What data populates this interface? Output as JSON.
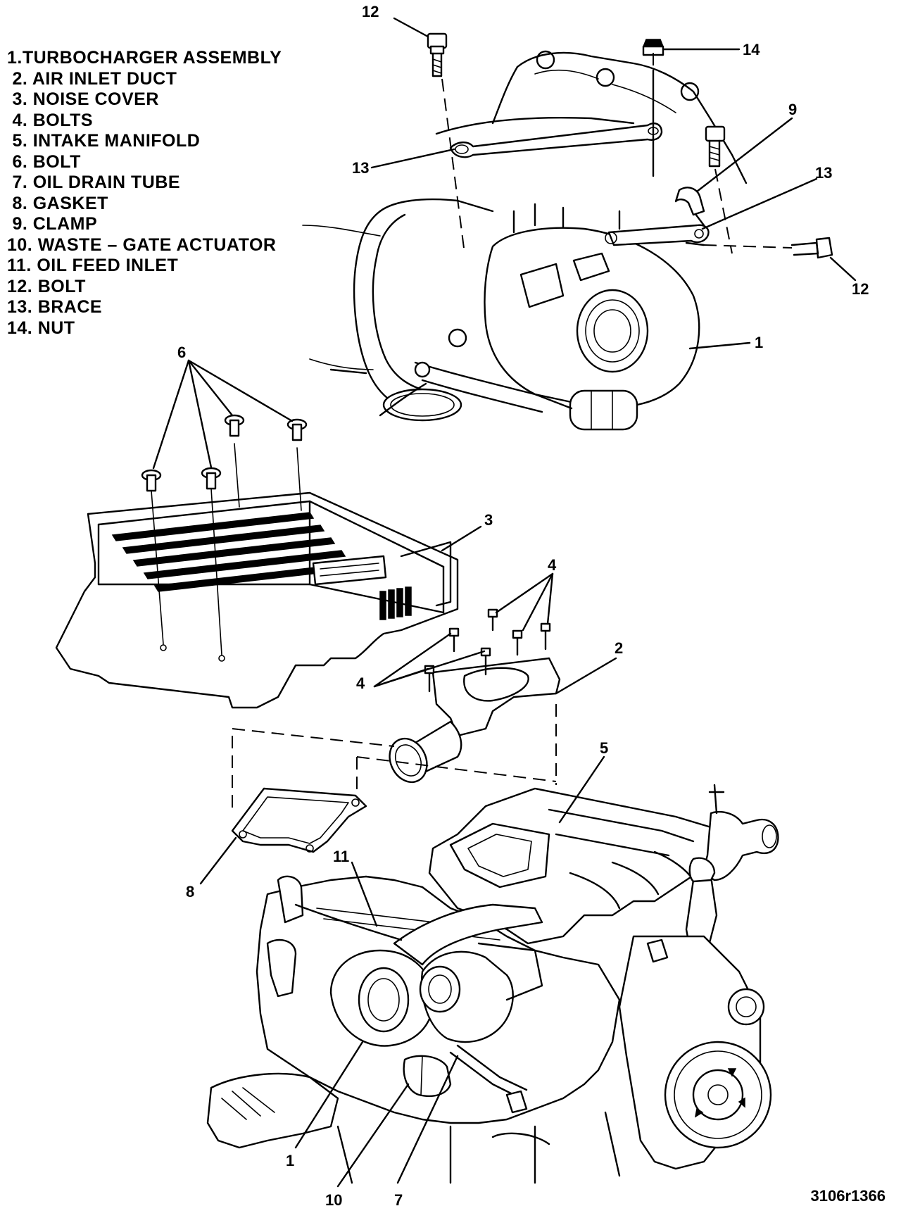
{
  "legend": [
    "1.TURBOCHARGER ASSEMBLY",
    " 2. AIR INLET DUCT",
    " 3. NOISE COVER",
    " 4. BOLTS",
    " 5. INTAKE MANIFOLD",
    " 6. BOLT",
    " 7. OIL DRAIN TUBE",
    " 8. GASKET",
    " 9. CLAMP",
    "10. WASTE – GATE ACTUATOR",
    "11. OIL FEED INLET",
    "12. BOLT",
    "13. BRACE",
    "14. NUT"
  ],
  "callouts": {
    "c12_top": "12",
    "c14": "14",
    "c9": "9",
    "c13_left": "13",
    "c13_right": "13",
    "c12_right": "12",
    "c1_top": "1",
    "c6": "6",
    "c3": "3",
    "c4_top": "4",
    "c2": "2",
    "c4_left": "4",
    "c5": "5",
    "c11": "11",
    "c8": "8",
    "c1_bottom": "1",
    "c10": "10",
    "c7": "7"
  },
  "figure_id": "3106r1366"
}
